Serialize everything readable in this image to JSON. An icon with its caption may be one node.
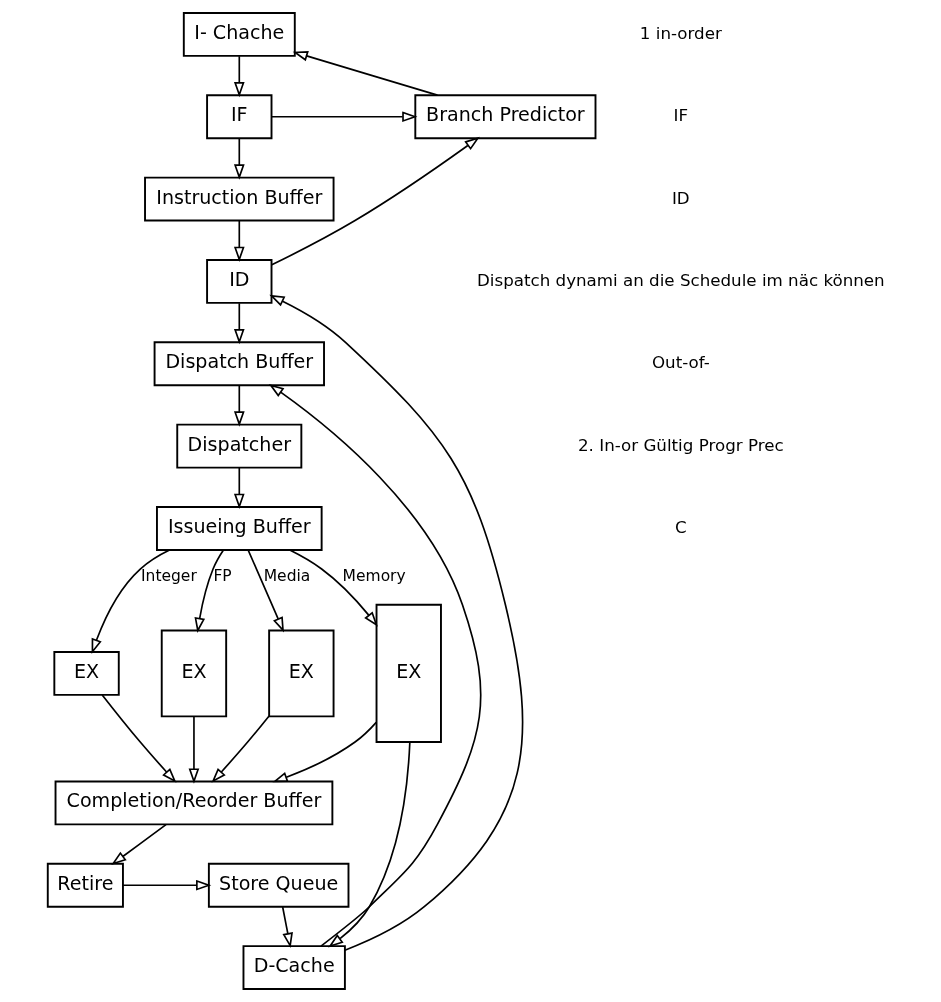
{
  "diagram": {
    "nodes": [
      {
        "text": [
          "I- Chache"
        ]
      },
      {
        "text": [
          "Branch Predictor"
        ]
      },
      {
        "text": [
          "IF"
        ]
      },
      {
        "text": [
          "Instruction Buffer"
        ]
      },
      {
        "text": [
          "ID"
        ]
      },
      {
        "text": [
          "Dispatch Buffer"
        ]
      },
      {
        "text": [
          "Dispatcher"
        ]
      },
      {
        "text": [
          "Issueing Buffer"
        ]
      },
      {
        "text": [
          "EX"
        ]
      },
      {
        "text": [
          "EX"
        ]
      },
      {
        "text": [
          "EX"
        ]
      },
      {
        "text": [
          "EX"
        ]
      },
      {
        "text": [
          "Completion/Reorder Buffer"
        ]
      },
      {
        "text": [
          "Retire"
        ]
      },
      {
        "text": [
          "Store Queue"
        ]
      },
      {
        "text": [
          "D-Cache"
        ]
      }
    ],
    "edges": [
      {
        "from": 1,
        "to": 0,
        "arrow": "to"
      },
      {
        "from": 0,
        "to": 2,
        "arrow": "to"
      },
      {
        "from": 2,
        "to": 1,
        "arrow": "to"
      },
      {
        "from": 2,
        "to": 3,
        "arrow": "to"
      },
      {
        "from": 3,
        "to": 4,
        "arrow": "to"
      },
      {
        "from": 4,
        "to": 1,
        "arrow": "to"
      },
      {
        "from": 4,
        "to": 5,
        "arrow": "to"
      },
      {
        "from": 15,
        "to": 4,
        "arrow": "to"
      },
      {
        "from": 15,
        "to": 5,
        "arrow": "to"
      },
      {
        "from": 5,
        "to": 6,
        "arrow": "to"
      },
      {
        "from": 6,
        "to": 7,
        "arrow": "to"
      },
      {
        "from": 7,
        "to": 8,
        "arrow": "to",
        "label": "Integer"
      },
      {
        "from": 7,
        "to": 9,
        "arrow": "to",
        "label": "FP"
      },
      {
        "from": 7,
        "to": 10,
        "arrow": "to",
        "label": "Media"
      },
      {
        "from": 7,
        "to": 11,
        "arrow": "to",
        "label": "Memory"
      },
      {
        "from": 8,
        "to": 12,
        "arrow": "to"
      },
      {
        "from": 9,
        "to": 12,
        "arrow": "to"
      },
      {
        "from": 10,
        "to": 12,
        "arrow": "to"
      },
      {
        "from": 11,
        "to": 12,
        "arrow": "to"
      },
      {
        "from": 11,
        "to": 15,
        "arrow": "to"
      },
      {
        "from": 12,
        "to": 13,
        "arrow": "to"
      },
      {
        "from": 13,
        "to": 14,
        "arrow": "to"
      },
      {
        "from": 14,
        "to": 15,
        "arrow": "to"
      }
    ],
    "labels": [
      "1 in-order",
      "IF",
      "ID",
      "Dispatch dynami an die Schedule im näc können",
      "Out-of-",
      "2. In-or Gültig Progr Prec",
      "C"
    ]
  }
}
